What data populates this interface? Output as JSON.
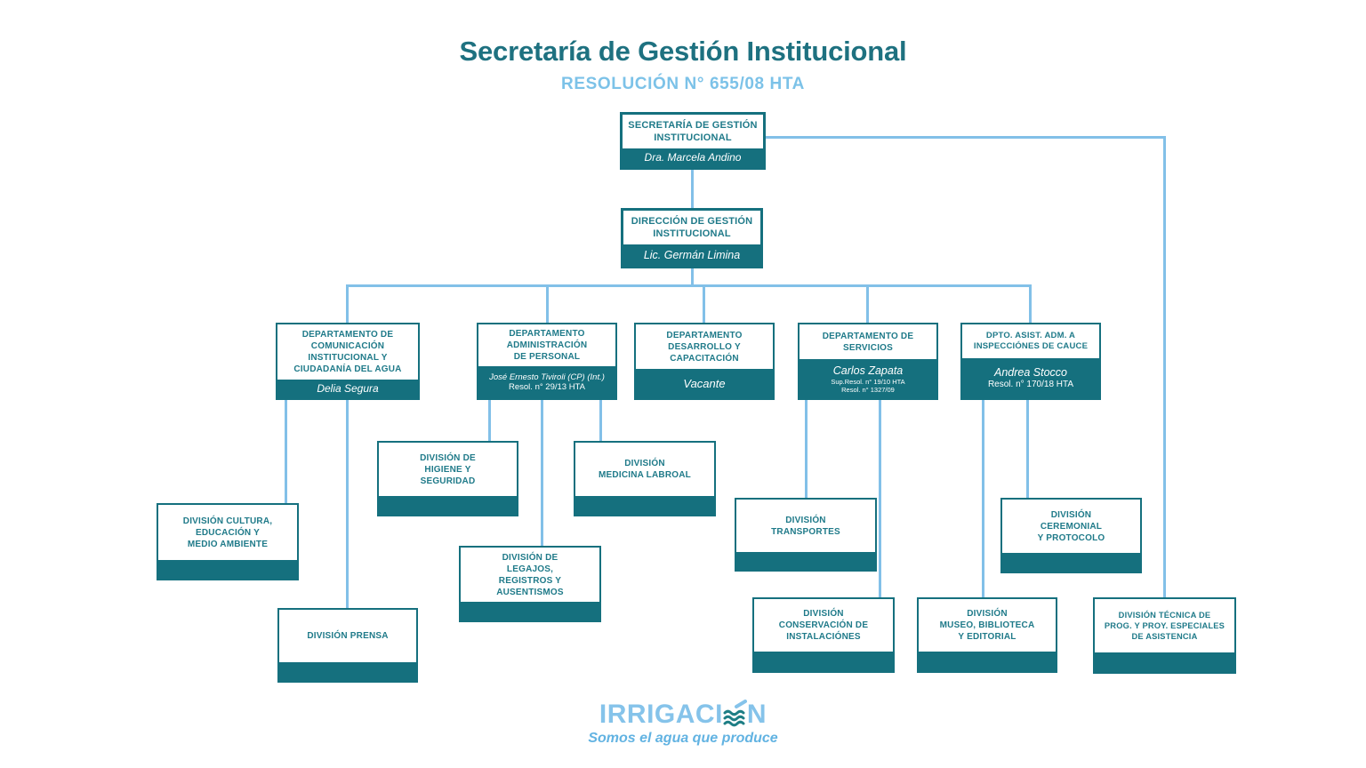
{
  "header": {
    "title": "Secretaría de Gestión Institucional",
    "subtitle": "RESOLUCIÓN N° 655/08 HTA"
  },
  "chart": {
    "type": "org-chart",
    "nodes": {
      "secretaria": {
        "title": "SECRETARÍA DE GESTIÓN\nINSTITUCIONAL",
        "holder": "Dra. Marcela Andino"
      },
      "direccion": {
        "title": "DIRECCIÓN DE GESTIÓN\nINSTITUCIONAL",
        "holder": "Lic. Germán Limina"
      },
      "comunicacion": {
        "title": "DEPARTAMENTO DE\nCOMUNICACIÓN\nINSTITUCIONAL Y\nCIUDADANÍA DEL AGUA",
        "holder": "Delia Segura"
      },
      "admin_personal": {
        "title": "DEPARTAMENTO\nADMINISTRACIÓN\nDE PERSONAL",
        "holder": "José Ernesto Tiviroli (CP) (Int.)",
        "resolution": "Resol. n° 29/13 HTA"
      },
      "desarrollo": {
        "title": "DEPARTAMENTO\nDESARROLLO Y\nCAPACITACIÓN",
        "holder": "Vacante"
      },
      "servicios": {
        "title": "DEPARTAMENTO DE\nSERVICIOS",
        "holder": "Carlos Zapata",
        "resolution1": "Sup.Resol. n° 19/10 HTA",
        "resolution2": "Resol. n° 1327/09"
      },
      "inspecciones": {
        "title": "DPTO. ASIST. ADM. A\nINSPECCIÓNES DE CAUCE",
        "holder": "Andrea Stocco",
        "resolution": "Resol. n° 170/18 HTA"
      },
      "higiene": {
        "title": "DIVISIÓN DE\nHIGIENE Y\nSEGURIDAD"
      },
      "medicina": {
        "title": "DIVISIÓN\nMEDICINA LABROAL"
      },
      "cultura": {
        "title": "DIVISIÓN CULTURA,\nEDUCACIÓN Y\nMEDIO AMBIENTE"
      },
      "legajos": {
        "title": "DIVISIÓN DE\nLEGAJOS,\nREGISTROS Y\nAUSENTISMOS"
      },
      "transportes": {
        "title": "DIVISIÓN\nTRANSPORTES"
      },
      "ceremonial": {
        "title": "DIVISIÓN\nCEREMONIAL\nY PROTOCOLO"
      },
      "prensa": {
        "title": "DIVISIÓN PRENSA"
      },
      "conservacion": {
        "title": "DIVISIÓN\nCONSERVACIÓN DE\nINSTALACIÓNES"
      },
      "museo": {
        "title": "DIVISIÓN\nMUSEO, BIBLIOTECA\nY EDITORIAL"
      },
      "tecnica": {
        "title": "DIVISIÓN TÉCNICA DE\nPROG. Y PROY. ESPECIALES\nDE ASISTENCIA"
      }
    },
    "hierarchy": {
      "secretaria": [
        "direccion",
        "tecnica"
      ],
      "direccion": [
        "comunicacion",
        "admin_personal",
        "desarrollo",
        "servicios",
        "inspecciones"
      ],
      "comunicacion": [
        "cultura",
        "prensa"
      ],
      "admin_personal": [
        "higiene",
        "legajos",
        "medicina"
      ],
      "servicios": [
        "transportes",
        "conservacion"
      ],
      "inspecciones": [
        "museo",
        "ceremonial"
      ]
    }
  },
  "colors": {
    "teal": "#15707E",
    "teal_text": "#1F7A89",
    "connector_blue": "#82C0E8",
    "subtitle_blue": "#7CC2E8",
    "logo_blue": "#85C3EA"
  },
  "logo": {
    "wordmark": "IRRIGACIÓN",
    "wordmark_start": "IRRIGACI",
    "wordmark_end": "N",
    "tagline": "Somos el agua que produce"
  }
}
